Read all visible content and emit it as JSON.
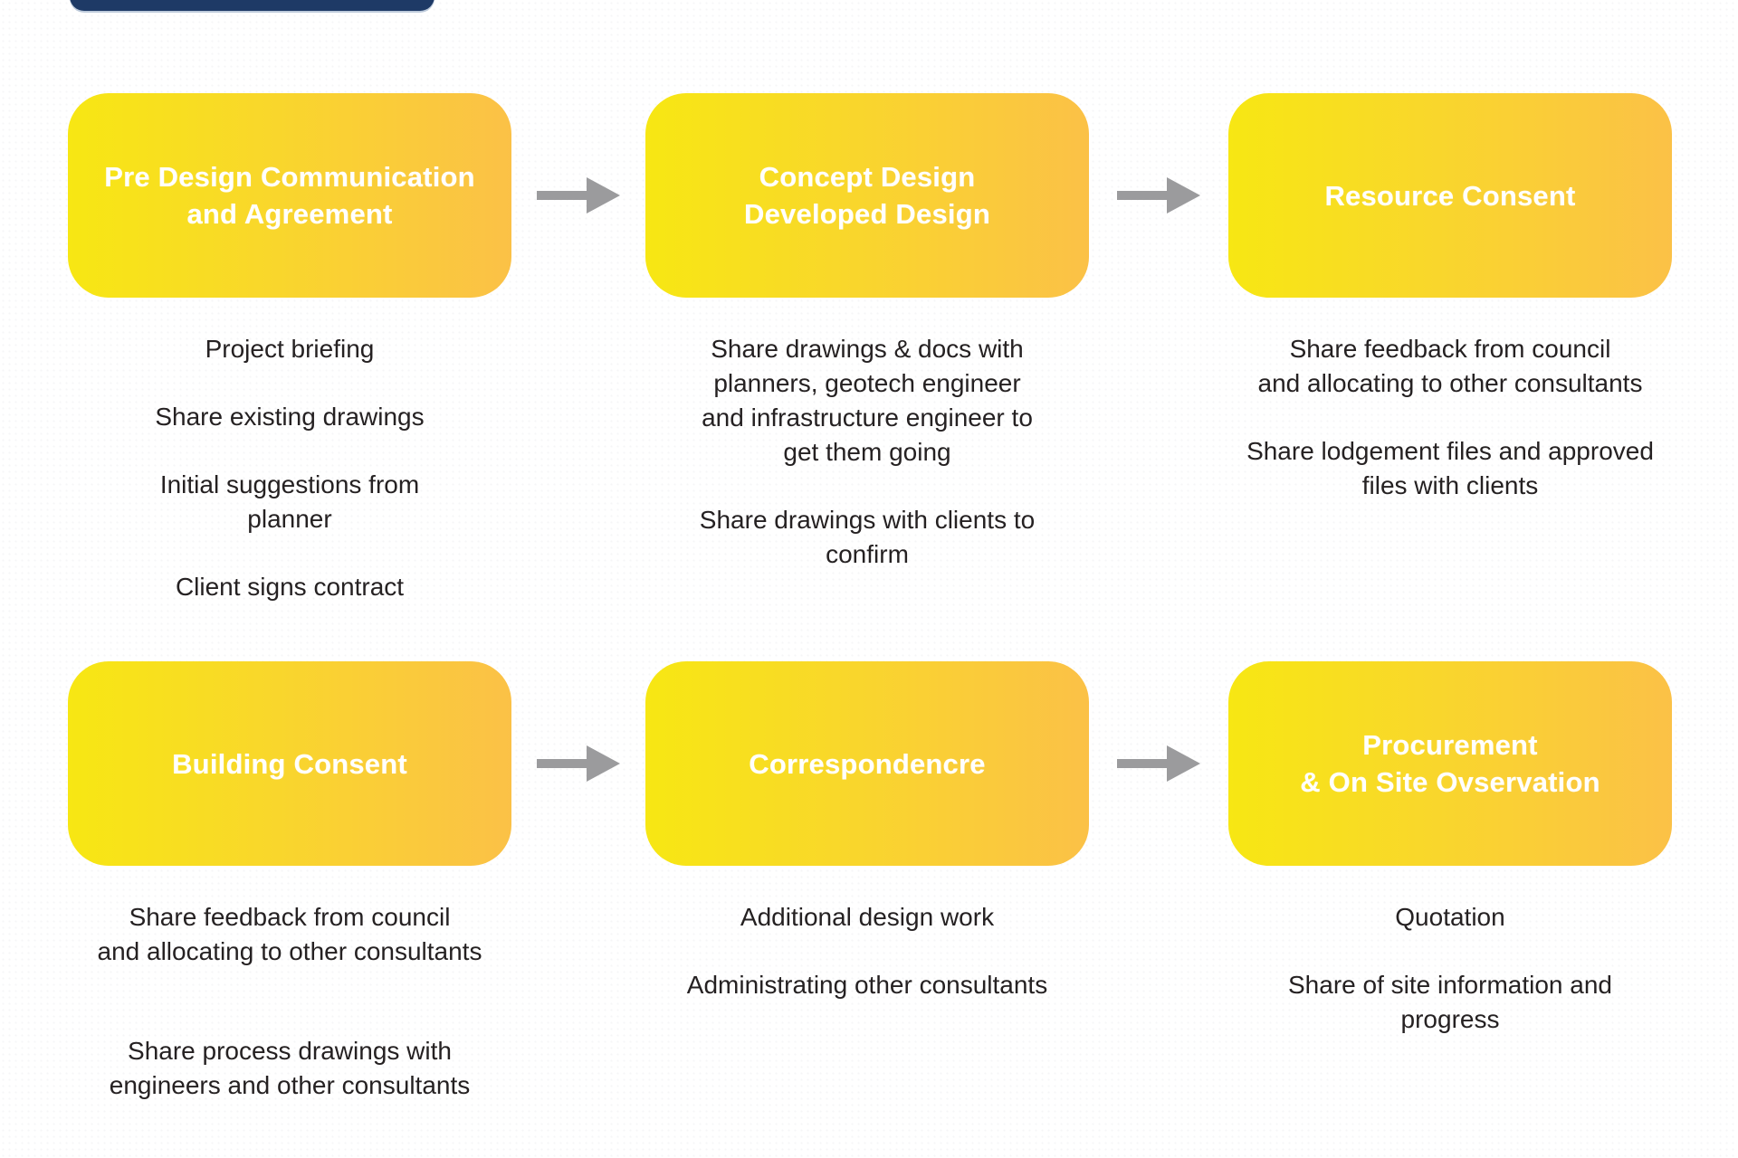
{
  "colors": {
    "box_gradient_start": "#F7E713",
    "box_gradient_end": "#FBC147",
    "brand_bar": "#1E3A66",
    "arrow": "#9B9B9D",
    "body_text": "#252122",
    "title_text": "#FFFFFF"
  },
  "flow": {
    "steps": [
      {
        "id": "pre-design-communication",
        "title": "Pre Design Communication\nand Agreement",
        "items": [
          "Project briefing",
          "Share existing drawings",
          "Initial suggestions from\nplanner",
          "Client signs contract"
        ]
      },
      {
        "id": "concept-design",
        "title": "Concept Design\nDeveloped Design",
        "items": [
          "Share drawings & docs with\nplanners, geotech engineer\nand infrastructure engineer to\nget them going",
          "Share drawings with clients to\nconfirm"
        ]
      },
      {
        "id": "resource-consent",
        "title": "Resource Consent",
        "items": [
          "Share feedback from council\nand allocating to other consultants",
          "Share lodgement files and approved\nfiles with clients"
        ]
      },
      {
        "id": "building-consent",
        "title": "Building Consent",
        "items": [
          "Share feedback from council\nand allocating to other consultants",
          "Share process drawings with\nengineers and other consultants"
        ]
      },
      {
        "id": "correspondence",
        "title": "Correspondencre",
        "items": [
          "Additional design work",
          "Administrating other consultants"
        ]
      },
      {
        "id": "procurement-onsite-observation",
        "title": "Procurement\n& On Site Ovservation",
        "items": [
          "Quotation",
          "Share of site information and\nprogress"
        ]
      }
    ]
  }
}
